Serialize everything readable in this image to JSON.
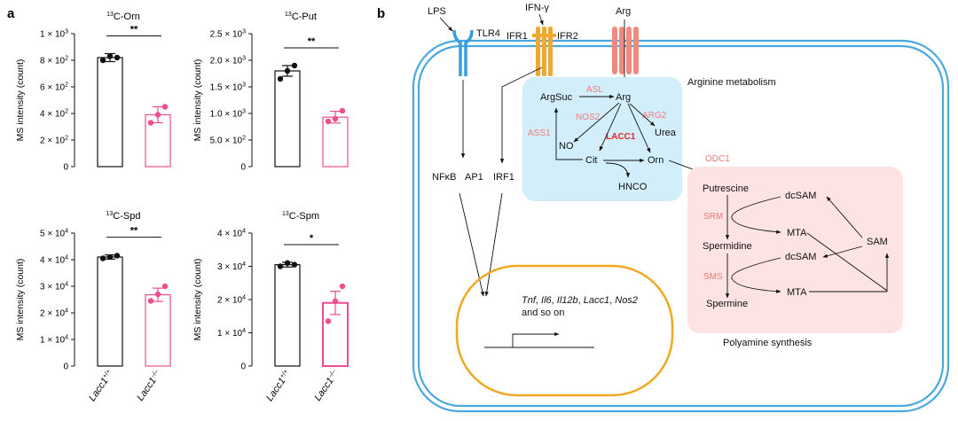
{
  "panel_a_label": "a",
  "panel_b_label": "b",
  "charts_group": {
    "ylabel": "MS intensity (count)",
    "categories": [
      "Lacc1",
      "Lacc1"
    ],
    "category_sup": [
      "+/+",
      "–/–"
    ]
  },
  "chart_data": [
    {
      "type": "bar",
      "title": "C-Orn",
      "title_sup": "13",
      "categories": [
        "Lacc1+/+",
        "Lacc1–/–"
      ],
      "values": [
        820,
        390
      ],
      "errors": [
        30,
        60
      ],
      "points": [
        [
          800,
          830,
          820
        ],
        [
          330,
          390,
          450
        ]
      ],
      "ylim": [
        0,
        1000
      ],
      "yticks": [
        {
          "v": 0,
          "m": "0",
          "e": ""
        },
        {
          "v": 200,
          "m": "2 × 10",
          "e": "2"
        },
        {
          "v": 400,
          "m": "4 × 10",
          "e": "2"
        },
        {
          "v": 600,
          "m": "6 × 10",
          "e": "2"
        },
        {
          "v": 800,
          "m": "8 × 10",
          "e": "2"
        },
        {
          "v": 1000,
          "m": "1 × 10",
          "e": "3"
        }
      ],
      "significance": "**",
      "colors": [
        "#111111",
        "#ee4d8f"
      ]
    },
    {
      "type": "bar",
      "title": "C-Put",
      "title_sup": "13",
      "categories": [
        "Lacc1+/+",
        "Lacc1–/–"
      ],
      "values": [
        1800,
        930
      ],
      "errors": [
        100,
        110
      ],
      "points": [
        [
          1650,
          1800,
          1900
        ],
        [
          850,
          900,
          1050
        ]
      ],
      "ylim": [
        0,
        2500
      ],
      "yticks": [
        {
          "v": 0,
          "m": "0",
          "e": ""
        },
        {
          "v": 500,
          "m": "5.0 × 10",
          "e": "2"
        },
        {
          "v": 1000,
          "m": "1.0 × 10",
          "e": "3"
        },
        {
          "v": 1500,
          "m": "1.5 × 10",
          "e": "3"
        },
        {
          "v": 2000,
          "m": "2.0 × 10",
          "e": "3"
        },
        {
          "v": 2500,
          "m": "2.5 × 10",
          "e": "3"
        }
      ],
      "significance": "**",
      "colors": [
        "#111111",
        "#ee4d8f"
      ]
    },
    {
      "type": "bar",
      "title": "C-Spd",
      "title_sup": "13",
      "categories": [
        "Lacc1+/+",
        "Lacc1–/–"
      ],
      "values": [
        41000,
        26800
      ],
      "errors": [
        800,
        2500
      ],
      "points": [
        [
          40500,
          41000,
          41500
        ],
        [
          24500,
          27000,
          30000
        ]
      ],
      "ylim": [
        0,
        50000
      ],
      "yticks": [
        {
          "v": 0,
          "m": "0",
          "e": ""
        },
        {
          "v": 10000,
          "m": "1 × 10",
          "e": "4"
        },
        {
          "v": 20000,
          "m": "2 × 10",
          "e": "4"
        },
        {
          "v": 30000,
          "m": "3 × 10",
          "e": "4"
        },
        {
          "v": 40000,
          "m": "4 × 10",
          "e": "4"
        },
        {
          "v": 50000,
          "m": "5 × 10",
          "e": "4"
        }
      ],
      "significance": "**",
      "colors": [
        "#111111",
        "#ee4d8f"
      ]
    },
    {
      "type": "bar",
      "title": "C-Spm",
      "title_sup": "13",
      "categories": [
        "Lacc1+/+",
        "Lacc1–/–"
      ],
      "values": [
        30500,
        19000
      ],
      "errors": [
        700,
        3500
      ],
      "points": [
        [
          30000,
          31000,
          30500
        ],
        [
          13500,
          19500,
          24000
        ]
      ],
      "ylim": [
        0,
        40000
      ],
      "yticks": [
        {
          "v": 0,
          "m": "0",
          "e": ""
        },
        {
          "v": 10000,
          "m": "1 × 10",
          "e": "4"
        },
        {
          "v": 20000,
          "m": "2 × 10",
          "e": "4"
        },
        {
          "v": 30000,
          "m": "3 × 10",
          "e": "4"
        },
        {
          "v": 40000,
          "m": "4 × 10",
          "e": "4"
        }
      ],
      "significance": "*",
      "colors": [
        "#111111",
        "#ee4d8f"
      ]
    }
  ],
  "diagram": {
    "lps": "LPS",
    "ifng": "IFN-γ",
    "arg_top": "Arg",
    "tlr4": "TLR4",
    "ifr1": "IFR1",
    "ifr2": "IFR2",
    "nfkb": "NFκB",
    "ap1": "AP1",
    "irf1": "IRF1",
    "arginine_metabolism": "Arginine metabolism",
    "argsuc": "ArgSuc",
    "asl": "ASL",
    "arg": "Arg",
    "nos2": "NOS2",
    "arg2": "ARG2",
    "ass1": "ASS1",
    "no": "NO",
    "urea": "Urea",
    "lacc1": "LACC1",
    "cit": "Cit",
    "orn": "Orn",
    "hnco": "HNCO",
    "odc1": "ODC1",
    "putrescine": "Putrescine",
    "dcsam1": "dcSAM",
    "srm": "SRM",
    "mta1": "MTA",
    "sam": "SAM",
    "spermidine": "Spermidine",
    "dcsam2": "dcSAM",
    "sms": "SMS",
    "mta2": "MTA",
    "spermine": "Spermine",
    "polyamine_synthesis": "Polyamine synthesis",
    "genes": [
      "Tnf",
      "Il6",
      "Il12b",
      "Lacc1",
      "Nos2"
    ],
    "genes_sep": ", ",
    "genes_tail": "and so on",
    "colors": {
      "membrane": "#4aa8e0",
      "receptor_tlr4": "#3a9de0",
      "receptor_ifr": "#f0a830",
      "receptor_arg": "#f08a80",
      "arginine_bg": "#d2eefa",
      "polyamine_bg": "#fde3e3",
      "nucleus": "#f0a820",
      "enzyme": "#ee7b7b",
      "lacc1": "#e0262a"
    }
  }
}
